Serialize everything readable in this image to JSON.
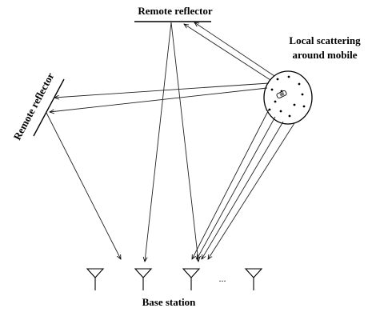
{
  "labels": {
    "remote_reflector_top": "Remote reflector",
    "remote_reflector_left": "Remote reflector",
    "local_scattering_line1": "Local scattering",
    "local_scattering_line2": "around mobile",
    "base_station": "Base station",
    "ellipsis": "..."
  },
  "icons": {
    "antenna": "antenna-icon",
    "mobile": "car-icon"
  }
}
